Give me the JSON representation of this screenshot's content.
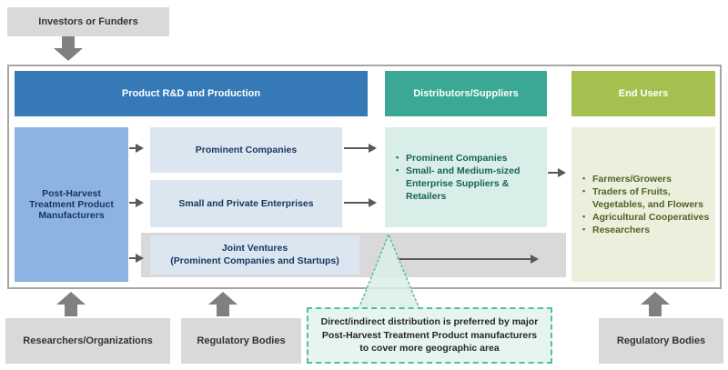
{
  "top": {
    "investors_label": "Investors or Funders"
  },
  "headers": {
    "rnd": "Product R&D and Production",
    "distributors": "Distributors/Suppliers",
    "end_users": "End Users"
  },
  "rnd_column": {
    "manufacturers_label": "Post-Harvest Treatment Product Manufacturers",
    "prominent_label": "Prominent Companies",
    "small_private_label": "Small and Private Enterprises",
    "joint_ventures": {
      "line1": "Joint Ventures",
      "line2": "(Prominent Companies and Startups)"
    }
  },
  "distributors_column": {
    "items": [
      "Prominent Companies",
      "Small- and Medium-sized Enterprise Suppliers & Retailers"
    ]
  },
  "end_users_column": {
    "items": [
      "Farmers/Growers",
      "Traders of Fruits, Vegetables, and Flowers",
      "Agricultural Cooperatives",
      "Researchers"
    ]
  },
  "bottom": {
    "researchers_label": "Researchers/Organizations",
    "regulatory_left_label": "Regulatory Bodies",
    "regulatory_right_label": "Regulatory Bodies"
  },
  "callout": {
    "text": "Direct/indirect distribution is preferred by major Post-Harvest Treatment Product manufacturers to cover more geographic area"
  },
  "colors": {
    "rnd_header": "#3579b7",
    "distributors_header": "#3aa894",
    "end_users_header": "#a5c04f",
    "manufacturers_box": "#8db3e2",
    "light_blue_box": "#dce6f1",
    "distributors_box": "#daeee9",
    "end_users_box": "#ebefdb",
    "gray_box": "#d9d9d9",
    "arrow_gray": "#808080",
    "callout_border": "#52bda7",
    "callout_bg": "#e7f5f0"
  }
}
